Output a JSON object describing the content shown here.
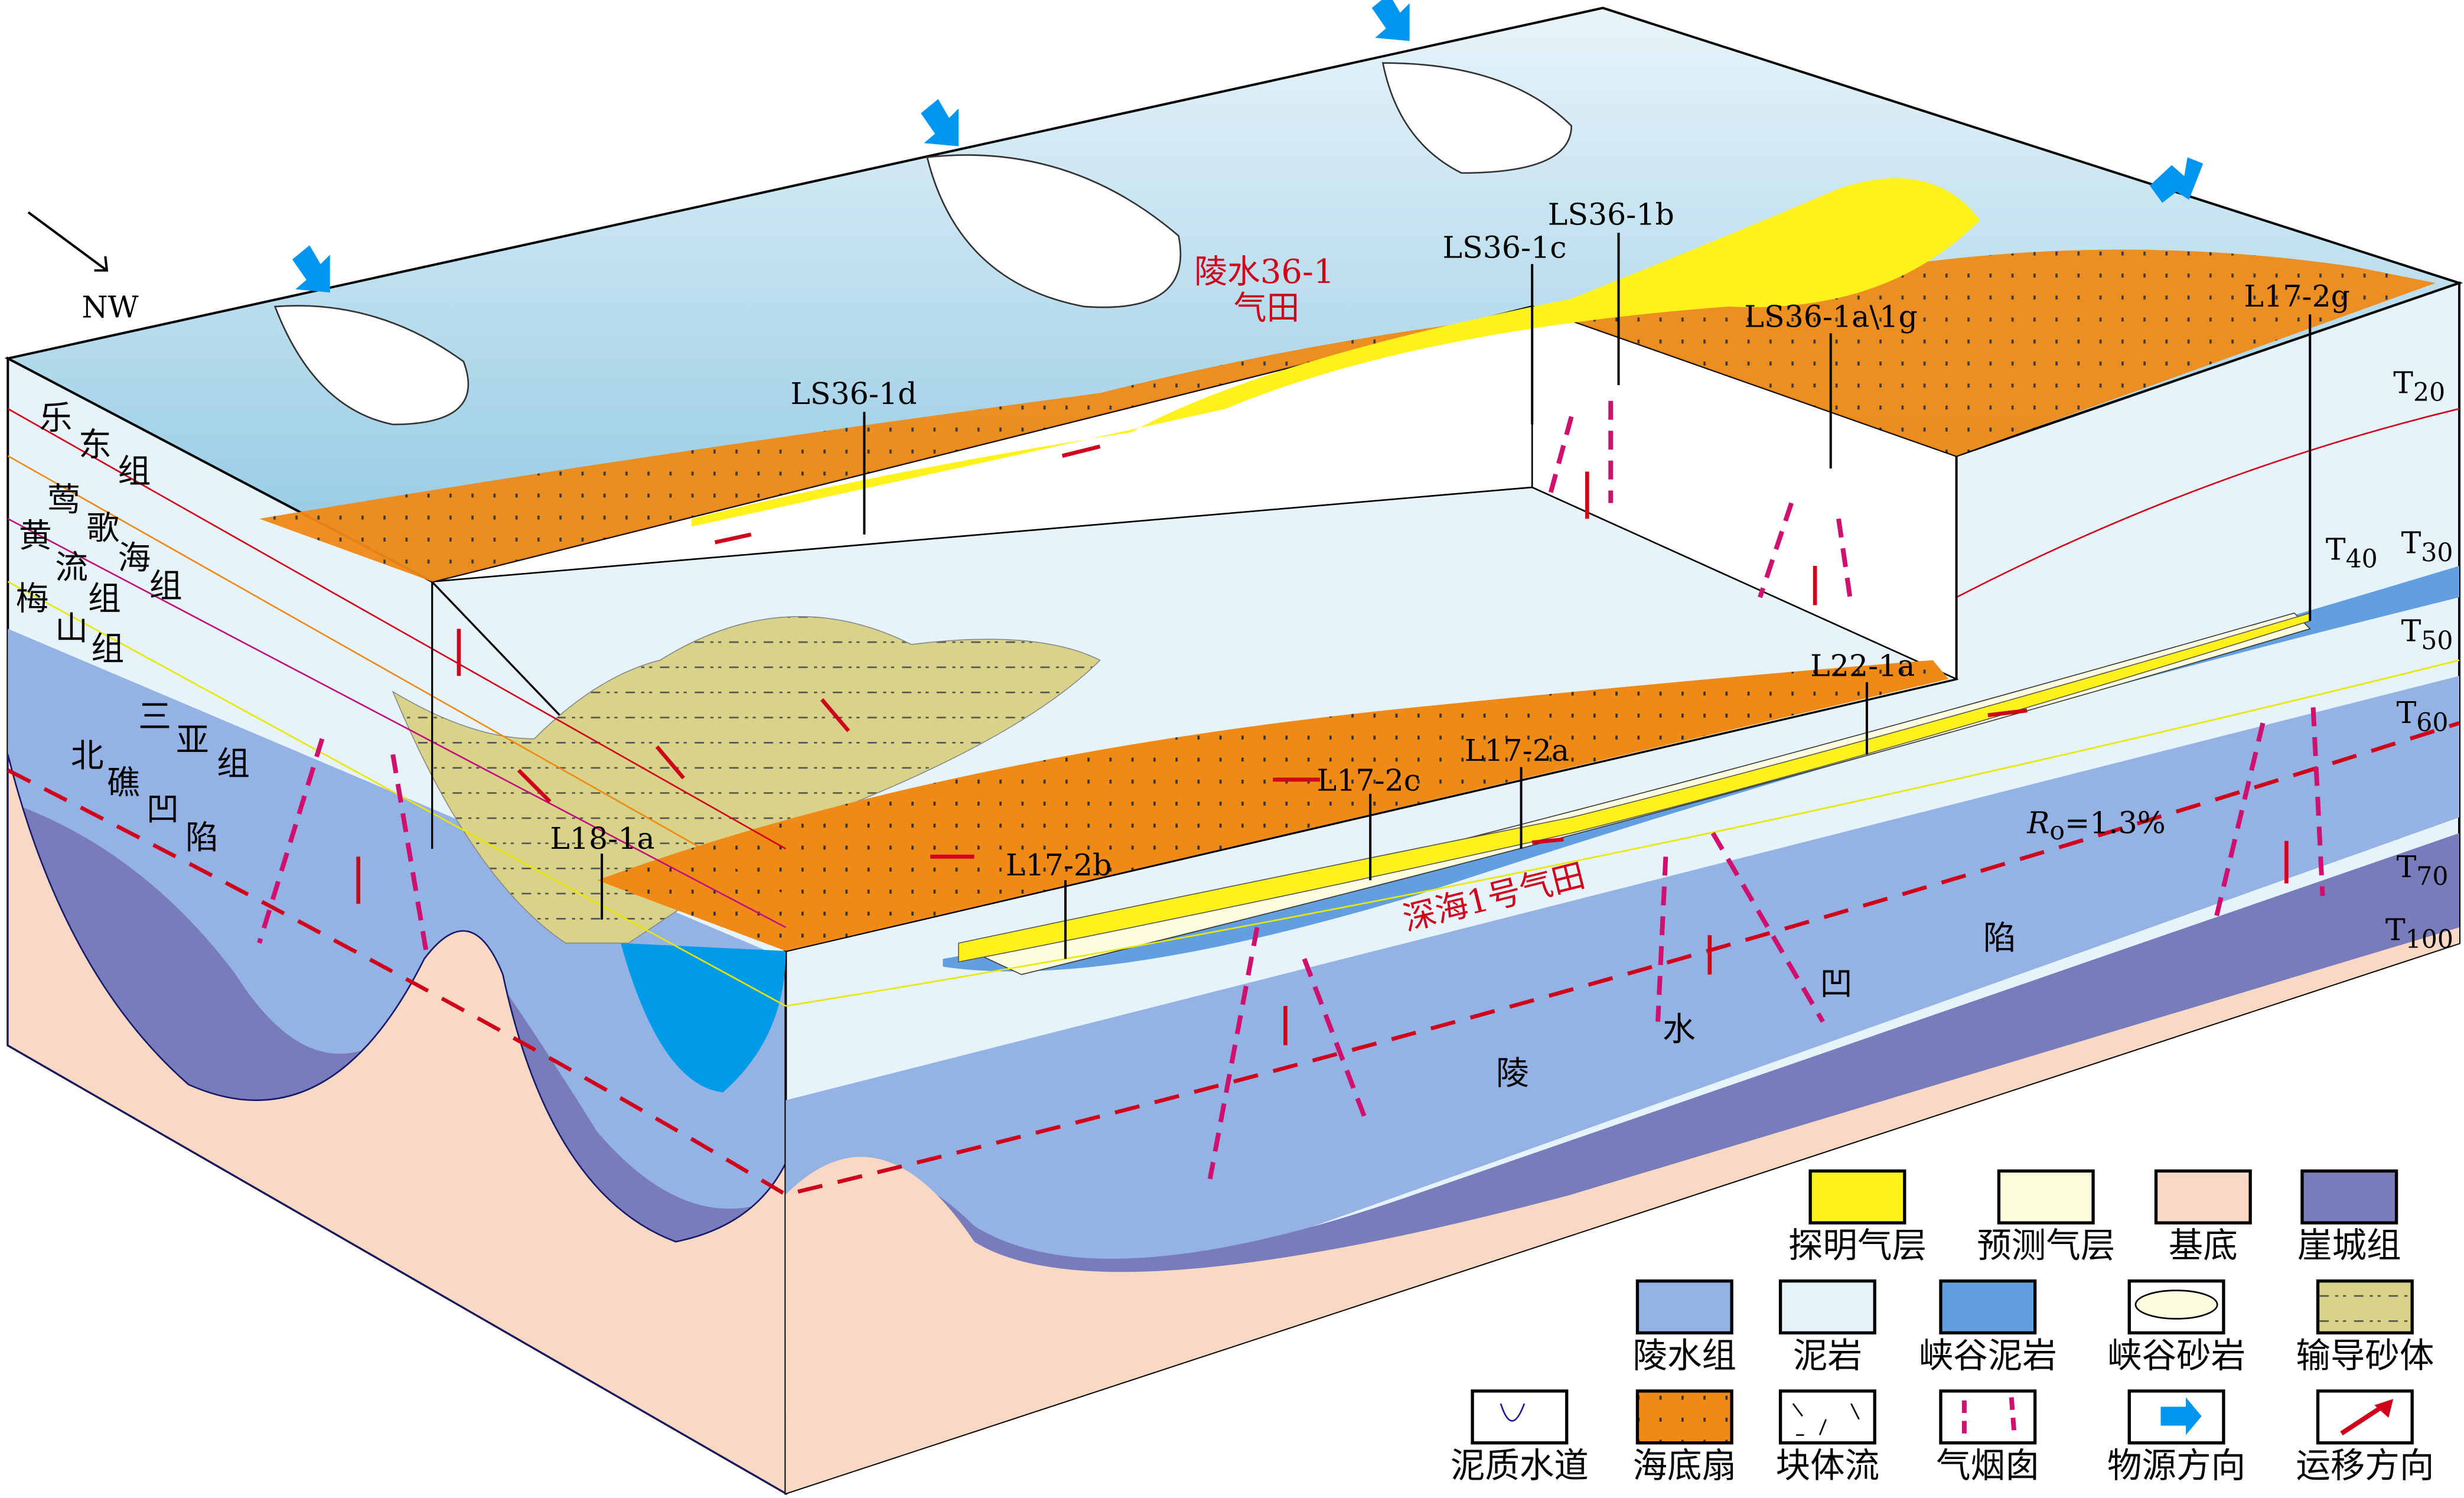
{
  "compass": {
    "label": "NW"
  },
  "gas_fields": {
    "ls36_1": {
      "line1": "陵水36-1",
      "line2": "气田"
    },
    "shenhai1": "深海1号气田"
  },
  "wells": [
    "LS36-1d",
    "LS36-1c",
    "LS36-1b",
    "LS36-1a\\1g",
    "L17-2g",
    "L22-1a",
    "L17-2a",
    "L17-2c",
    "L17-2b",
    "L18-1a"
  ],
  "formations": {
    "ledong": [
      "乐",
      "东",
      "组"
    ],
    "yinggehai": [
      "莺",
      "歌",
      "海",
      "组"
    ],
    "huangliu": [
      "黄",
      "流",
      "组"
    ],
    "meishan": [
      "梅",
      "山",
      "组"
    ],
    "sanya": [
      "三",
      "亚",
      "组"
    ],
    "beijiao": [
      "北",
      "礁",
      "凹",
      "陷"
    ],
    "lingshui_sag": [
      "陵",
      "水",
      "凹",
      "陷"
    ]
  },
  "horizons": [
    {
      "t": "T",
      "sub": "20"
    },
    {
      "t": "T",
      "sub": "30"
    },
    {
      "t": "T",
      "sub": "40"
    },
    {
      "t": "T",
      "sub": "50"
    },
    {
      "t": "T",
      "sub": "60"
    },
    {
      "t": "T",
      "sub": "70"
    },
    {
      "t": "T",
      "sub": "100"
    }
  ],
  "ro": {
    "symbol": "R",
    "sub": "o",
    "value": "=1.3%"
  },
  "legend": [
    {
      "label": "探明气层",
      "icon": "proven-gas-layer",
      "color": "#fff21c"
    },
    {
      "label": "预测气层",
      "icon": "predicted-gas-layer",
      "color": "#fffedc"
    },
    {
      "label": "基底",
      "icon": "basement",
      "color": "#f9d8c4"
    },
    {
      "label": "崖城组",
      "icon": "yacheng-formation",
      "color": "#787cba"
    },
    {
      "label": "陵水组",
      "icon": "lingshui-formation",
      "color": "#94b2e4"
    },
    {
      "label": "泥岩",
      "icon": "mudstone",
      "color": "#e6f3fa"
    },
    {
      "label": "峡谷泥岩",
      "icon": "canyon-mudstone",
      "color": "#619fe0"
    },
    {
      "label": "峡谷砂岩",
      "icon": "canyon-sandstone",
      "color": "#fdfde0"
    },
    {
      "label": "输导砂体",
      "icon": "carrier-sandbody",
      "color": "#d9d38a"
    },
    {
      "label": "泥质水道",
      "icon": "muddy-channel",
      "color": "#1a1a8a"
    },
    {
      "label": "海底扇",
      "icon": "submarine-fan",
      "color": "#ef8a17"
    },
    {
      "label": "块体流",
      "icon": "mass-transport",
      "color": "#ffffff"
    },
    {
      "label": "气烟囱",
      "icon": "gas-chimney",
      "color": "#d0106e"
    },
    {
      "label": "物源方向",
      "icon": "provenance-direction",
      "color": "#0096f0"
    },
    {
      "label": "运移方向",
      "icon": "migration-direction",
      "color": "#d0021b"
    }
  ]
}
